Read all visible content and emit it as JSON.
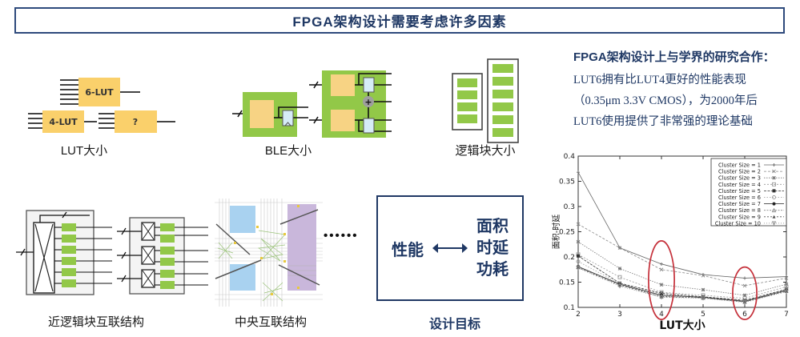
{
  "title": "FPGA架构设计需要考虑许多因素",
  "diagrams": {
    "lut": {
      "label": "LUT大小",
      "box_labels": [
        "6-LUT",
        "4-LUT",
        "?"
      ]
    },
    "ble": {
      "label": "BLE大小",
      "plus": "+"
    },
    "logic_block": {
      "label": "逻辑块大小"
    },
    "local_interconnect": {
      "label": "近逻辑块互联结构"
    },
    "central_interconnect": {
      "label": "中央互联结构"
    },
    "dots": "••••••"
  },
  "design_goal": {
    "left": "性能",
    "right_lines": [
      "面积",
      "时延",
      "功耗"
    ],
    "caption": "设计目标"
  },
  "research_note": {
    "heading": "FPGA架构设计上与学界的研究合作：",
    "lines": [
      "LUT6拥有比LUT4更好的性能表现",
      "（0.35μm 3.3V CMOS），为2000年后",
      "LUT6使用提供了非常强的理论基础"
    ]
  },
  "colors": {
    "navy": "#1f3864",
    "lut_yellow": "#fad06b",
    "ble_green": "#92c848",
    "ff_blue": "#d6ecf7",
    "blue_block": "#a9d2f0",
    "purple_block": "#c9b7db",
    "annotation_red": "#c5303a"
  },
  "chart_data": {
    "type": "line",
    "x": [
      2,
      3,
      4,
      5,
      6,
      7
    ],
    "xlabel": "LUT大小",
    "ylabel": "面积-时延",
    "xlim": [
      2,
      7
    ],
    "ylim": [
      0.1,
      0.4
    ],
    "xticks": [
      2,
      3,
      4,
      5,
      6,
      7
    ],
    "yticks": [
      0.1,
      0.15,
      0.2,
      0.25,
      0.3,
      0.35,
      0.4
    ],
    "grid": false,
    "legend_position": "top-right",
    "series": [
      {
        "name": "Cluster Size = 1",
        "marker": "plus",
        "color": "#666666",
        "dash": "",
        "values": [
          0.368,
          0.218,
          0.186,
          0.165,
          0.158,
          0.161
        ]
      },
      {
        "name": "Cluster Size = 2",
        "marker": "cross",
        "color": "#888888",
        "dash": "3,2",
        "values": [
          0.265,
          0.218,
          0.175,
          0.163,
          0.143,
          0.158
        ]
      },
      {
        "name": "Cluster Size = 3",
        "marker": "asterisk",
        "color": "#777777",
        "dash": "1.5,1.5",
        "values": [
          0.23,
          0.177,
          0.145,
          0.135,
          0.124,
          0.146
        ]
      },
      {
        "name": "Cluster Size = 4",
        "marker": "square-open",
        "color": "#999999",
        "dash": "2,2",
        "values": [
          0.205,
          0.16,
          0.13,
          0.124,
          0.118,
          0.141
        ]
      },
      {
        "name": "Cluster Size = 5",
        "marker": "square-filled",
        "color": "#333333",
        "dash": "3,1.5",
        "values": [
          0.202,
          0.148,
          0.128,
          0.121,
          0.114,
          0.136
        ]
      },
      {
        "name": "Cluster Size = 6",
        "marker": "circle-open",
        "color": "#999999",
        "dash": "1.5,2",
        "values": [
          0.191,
          0.147,
          0.126,
          0.12,
          0.113,
          0.135
        ]
      },
      {
        "name": "Cluster Size = 7",
        "marker": "circle-filled",
        "color": "#222222",
        "dash": "",
        "values": [
          0.181,
          0.146,
          0.124,
          0.12,
          0.112,
          0.134
        ]
      },
      {
        "name": "Cluster Size = 8",
        "marker": "triangle-open",
        "color": "#888888",
        "dash": "2,1.5",
        "values": [
          0.18,
          0.145,
          0.122,
          0.119,
          0.111,
          0.133
        ]
      },
      {
        "name": "Cluster Size = 9",
        "marker": "triangle-filled",
        "color": "#555555",
        "dash": "2,2",
        "values": [
          0.179,
          0.144,
          0.121,
          0.119,
          0.111,
          0.132
        ]
      },
      {
        "name": "Cluster Size = 10",
        "marker": "tridown-open",
        "color": "#888888",
        "dash": "1,2",
        "values": [
          0.178,
          0.142,
          0.12,
          0.118,
          0.11,
          0.131
        ]
      }
    ],
    "annotations": [
      {
        "type": "ellipse",
        "x_center": 4,
        "y_center": 0.154,
        "rx": 0.31,
        "ry": 0.078
      },
      {
        "type": "ellipse",
        "x_center": 6,
        "y_center": 0.128,
        "rx": 0.29,
        "ry": 0.052
      }
    ]
  }
}
